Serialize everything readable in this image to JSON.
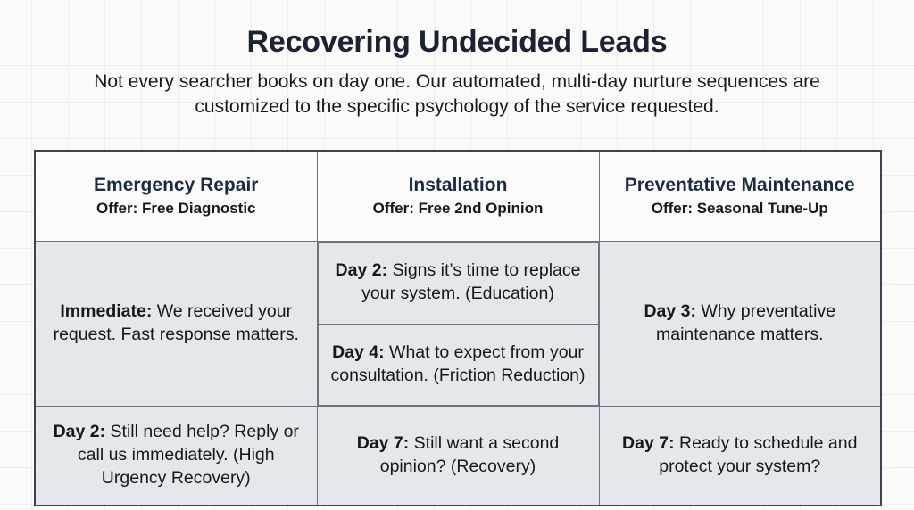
{
  "header": {
    "title": "Recovering Undecided Leads",
    "subtitle": "Not every searcher books on day one. Our automated, multi-day nurture sequences are customized to the specific psychology of the service requested."
  },
  "colors": {
    "background": "#fafaf8",
    "title": "#1a2233",
    "column_heading": "#1a2b46",
    "table_border": "#3d4450",
    "cell_border": "#6d7480",
    "header_row_fill": "#fbfbf9",
    "body_cell_fill": "#e4e7ec",
    "body_text": "#15191f"
  },
  "table": {
    "columns": [
      {
        "heading": "Emergency Repair",
        "offer": "Offer: Free Diagnostic"
      },
      {
        "heading": "Installation",
        "offer": "Offer: Free 2nd Opinion"
      },
      {
        "heading": "Preventative Maintenance",
        "offer": "Offer: Seasonal Tune-Up"
      }
    ],
    "middle_row": {
      "emergency_repair": {
        "label": "Immediate:",
        "text": " We received your request. Fast response matters."
      },
      "installation": [
        {
          "label": "Day 2:",
          "text": " Signs it’s time to replace your system. (Education)"
        },
        {
          "label": "Day 4:",
          "text": " What to expect from your consultation. (Friction Reduction)"
        }
      ],
      "preventative_maintenance": {
        "label": "Day 3:",
        "text": " Why preventative maintenance matters."
      }
    },
    "bottom_row": {
      "emergency_repair": {
        "label": "Day 2:",
        "text": " Still need help? Reply or call us immediately. (High Urgency Recovery)"
      },
      "installation": {
        "label": "Day 7:",
        "text": " Still want a second opinion? (Recovery)"
      },
      "preventative_maintenance": {
        "label": "Day 7:",
        "text": " Ready to schedule and protect your system?"
      }
    }
  }
}
